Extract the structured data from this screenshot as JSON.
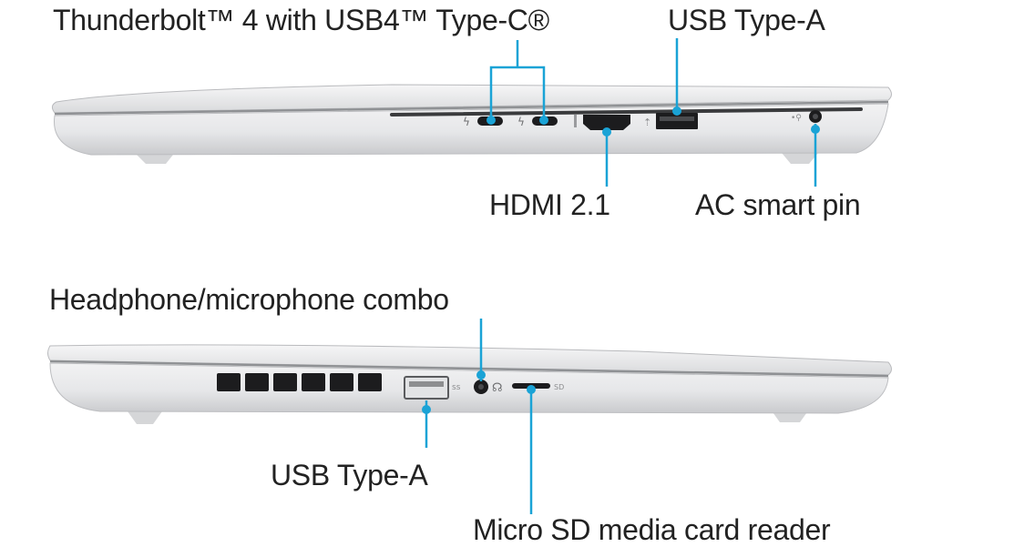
{
  "labels": {
    "thunderbolt": "Thunderbolt™ 4 with USB4™ Type-C®",
    "usb_a_top": "USB Type-A",
    "hdmi": "HDMI 2.1",
    "ac_pin": "AC smart pin",
    "headphone": "Headphone/microphone combo",
    "usb_a_bottom": "USB Type-A",
    "sd_reader": "Micro SD media card reader"
  },
  "port_marks": {
    "sd": "SD"
  },
  "colors": {
    "callout": "#1aa3d6",
    "text": "#222222",
    "chassis_light": "#eeeeef",
    "chassis_mid": "#d6d7da",
    "chassis_dark": "#8f9194",
    "port": "#1c1c1e"
  }
}
